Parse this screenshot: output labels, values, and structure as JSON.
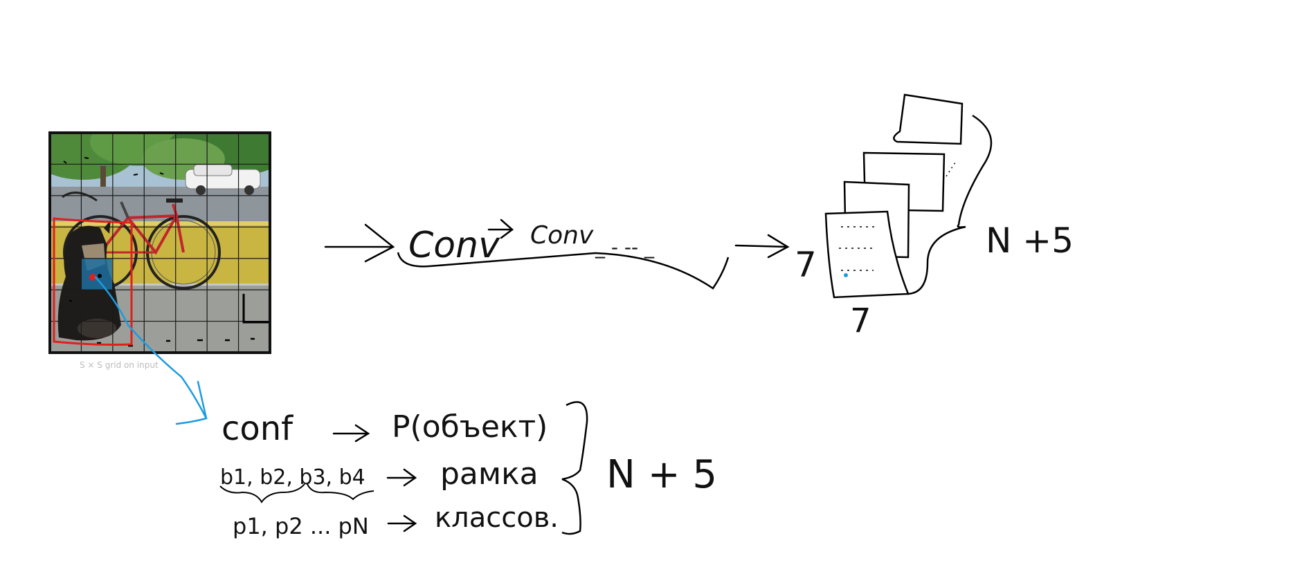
{
  "colors": {
    "ink": "#111111",
    "highlight_box": "#e0201b",
    "link_blue": "#1c9be0",
    "cell_blue": "#1f6fa0",
    "sky": "#a9c2d3",
    "trees": "#4f8a3a",
    "wall_yellow": "#c9b542",
    "floor_gray": "#9c9e99",
    "bike_red": "#c0262c"
  },
  "photo": {
    "grid_rows": 7,
    "grid_cols": 7,
    "caption": "S × S grid on input"
  },
  "pipeline": {
    "conv_1": "Conv",
    "conv_2": "Conv",
    "dots": "_ - -- _",
    "height_label": "7",
    "width_label": "7",
    "depth_label": "N +5"
  },
  "icons": {
    "arrow_to_conv": "right-arrow-icon",
    "arrow_conv_conv": "right-arrow-icon",
    "arrow_to_tensor": "right-arrow-icon"
  },
  "cell_vector": {
    "rows": [
      {
        "left": "conf",
        "right": "P(объект)"
      },
      {
        "left": "b1, b2, b3, b4",
        "right": "рамка"
      },
      {
        "left": "p1, p2 ... pN",
        "right": "классов."
      }
    ],
    "total_label": "N + 5"
  }
}
